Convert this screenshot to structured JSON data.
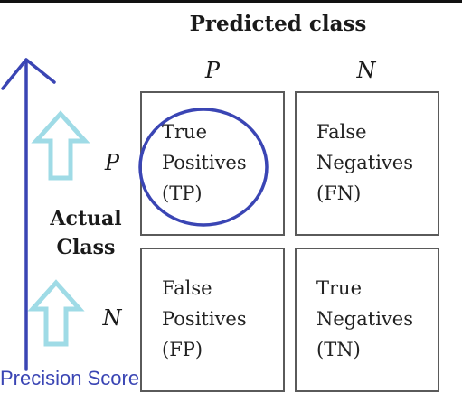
{
  "diagram": {
    "heading": "Predicted class",
    "columns": [
      {
        "label": "P"
      },
      {
        "label": "N"
      }
    ],
    "row_axis": {
      "line1": "Actual",
      "line2": "Class"
    },
    "rows": [
      {
        "label": "P"
      },
      {
        "label": "N"
      }
    ],
    "cells": {
      "tp": {
        "line1": "True",
        "line2": "Positives",
        "line3": "(TP)"
      },
      "fn": {
        "line1": "False",
        "line2": "Negatives",
        "line3": "(FN)"
      },
      "fp": {
        "line1": "False",
        "line2": "Positives",
        "line3": "(FP)"
      },
      "tn": {
        "line1": "True",
        "line2": "Negatives",
        "line3": "(TN)"
      }
    }
  },
  "annotation": {
    "label": "Precision Score",
    "color": "#3a45b4",
    "hollow_arrow_color": "#9fdbe6"
  }
}
